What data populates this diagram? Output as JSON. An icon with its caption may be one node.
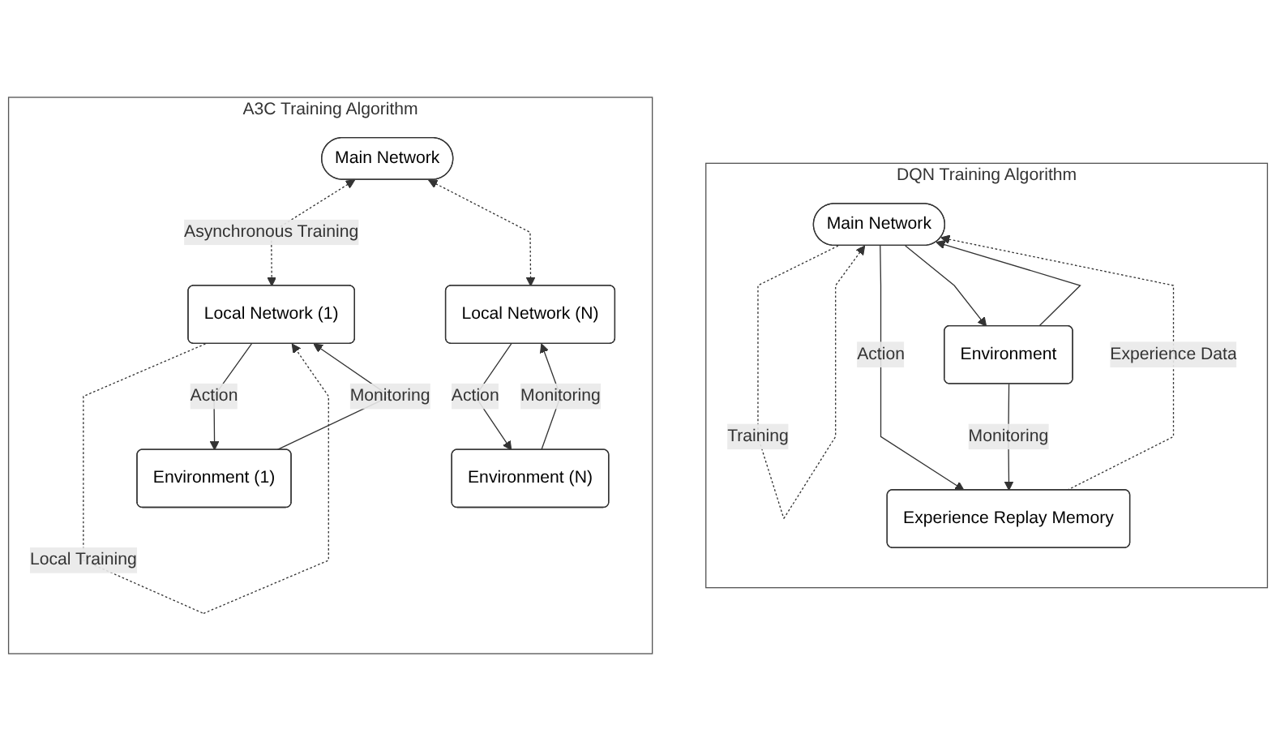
{
  "diagram": {
    "nodes": [
      {
        "text": [
          "DQN Training Algorithm"
        ]
      },
      {
        "text": [
          "Main Network"
        ],
        "in": 0
      },
      {
        "text": [
          "Experience Replay Memory"
        ],
        "in": 0
      },
      {
        "text": [
          "Environment"
        ],
        "in": 0
      },
      {
        "text": [
          "A3C Training Algorithm"
        ]
      },
      {
        "text": [
          "Main Network"
        ],
        "in": 4
      },
      {
        "text": [
          "Local Network (1)"
        ],
        "in": 4
      },
      {
        "text": [
          "Local Network (N)"
        ],
        "in": 4
      },
      {
        "text": [
          "Environment (1)"
        ],
        "in": 4
      },
      {
        "text": [
          "Environment (N)"
        ],
        "in": 4
      }
    ],
    "edges": [
      {
        "from": 1,
        "to": 1,
        "arrow": "to",
        "label": "Training",
        "style": "dashed"
      },
      {
        "from": 1,
        "to": 2,
        "arrow": "to",
        "label": "Action"
      },
      {
        "from": 1,
        "to": 3,
        "arrow": "to"
      },
      {
        "from": 2,
        "to": 1,
        "arrow": "to",
        "label": "Experience Data",
        "style": "dashed"
      },
      {
        "from": 3,
        "to": 1,
        "arrow": "to"
      },
      {
        "from": 3,
        "to": 2,
        "arrow": "to",
        "label": "Monitoring"
      },
      {
        "from": 6,
        "to": 6,
        "arrow": "to",
        "label": "Local Training",
        "style": "dashed"
      },
      {
        "from": 5,
        "to": 6,
        "arrow": "both",
        "label": "Asynchronous Training",
        "style": "dashed"
      },
      {
        "from": 5,
        "to": 7,
        "arrow": "both",
        "style": "dashed"
      },
      {
        "from": 6,
        "to": 8,
        "arrow": "to",
        "label": "Action"
      },
      {
        "from": 8,
        "to": 6,
        "arrow": "to",
        "label": "Monitoring"
      },
      {
        "from": 7,
        "to": 9,
        "arrow": "to",
        "label": "Action"
      },
      {
        "from": 9,
        "to": 7,
        "arrow": "to",
        "label": "Monitoring"
      }
    ]
  }
}
